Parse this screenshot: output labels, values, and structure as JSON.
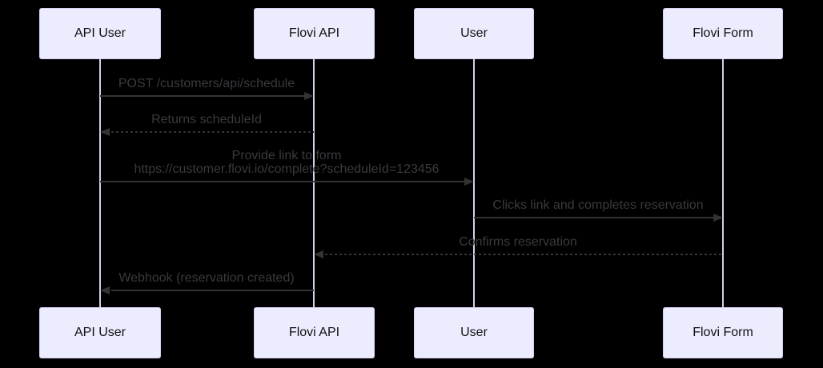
{
  "diagram": {
    "type": "sequence-diagram",
    "background_color": "#000000",
    "actor_fill_color": "#ECECFF",
    "actor_border_color": "#DACEF3",
    "lifeline_color": "#D5CDEB",
    "arrow_color": "#333333",
    "message_text_color": "#3a3a3f",
    "actors": [
      {
        "name": "API User"
      },
      {
        "name": "Flovi API"
      },
      {
        "name": "User"
      },
      {
        "name": "Flovi Form"
      }
    ],
    "messages": [
      {
        "from": "API User",
        "to": "Flovi API",
        "line": "solid",
        "label": "POST /customers/api/schedule"
      },
      {
        "from": "Flovi API",
        "to": "API User",
        "line": "dashed",
        "label": "Returns scheduleId"
      },
      {
        "from": "API User",
        "to": "User",
        "line": "solid",
        "label": "Provide link to form\nhttps://customer.flovi.io/complete?scheduleId=123456"
      },
      {
        "from": "User",
        "to": "Flovi Form",
        "line": "solid",
        "label": "Clicks link and completes reservation"
      },
      {
        "from": "Flovi Form",
        "to": "Flovi API",
        "line": "dashed",
        "label": "Confirms reservation"
      },
      {
        "from": "Flovi API",
        "to": "API User",
        "line": "solid",
        "label": "Webhook (reservation created)"
      }
    ]
  }
}
